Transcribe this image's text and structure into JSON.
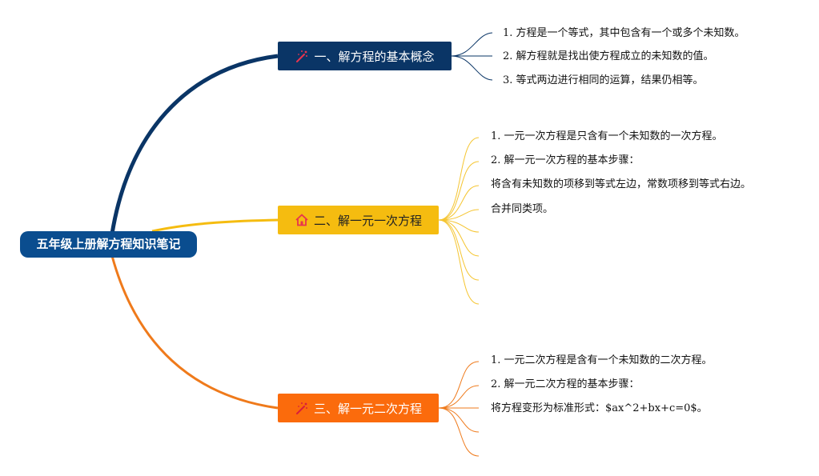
{
  "root": {
    "label": "五年级上册解方程知识笔记"
  },
  "colors": {
    "root": "#0a4d8f",
    "branch1": "#0a3566",
    "branch2": "#f5bc10",
    "branch3": "#fb6b0c"
  },
  "branches": [
    {
      "label": "一、解方程的基本概念",
      "icon": "magic-wand-icon",
      "items": [
        "1. 方程是一个等式，其中包含有一个或多个未知数。",
        "2. 解方程就是找出使方程成立的未知数的值。",
        "3. 等式两边进行相同的运算，结果仍相等。"
      ]
    },
    {
      "label": "二、解一元一次方程",
      "icon": "home-icon",
      "items": [
        "1. 一元一次方程是只含有一个未知数的一次方程。",
        "2. 解一元一次方程的基本步骤：",
        "将含有未知数的项移到等式左边，常数项移到等式右边。",
        "合并同类项。"
      ]
    },
    {
      "label": "三、解一元二次方程",
      "icon": "magic-wand-icon",
      "items": [
        "1. 一元二次方程是含有一个未知数的二次方程。",
        "2. 解一元二次方程的基本步骤：",
        "将方程变形为标准形式：$ax^2+bx+c=0$。"
      ]
    }
  ]
}
